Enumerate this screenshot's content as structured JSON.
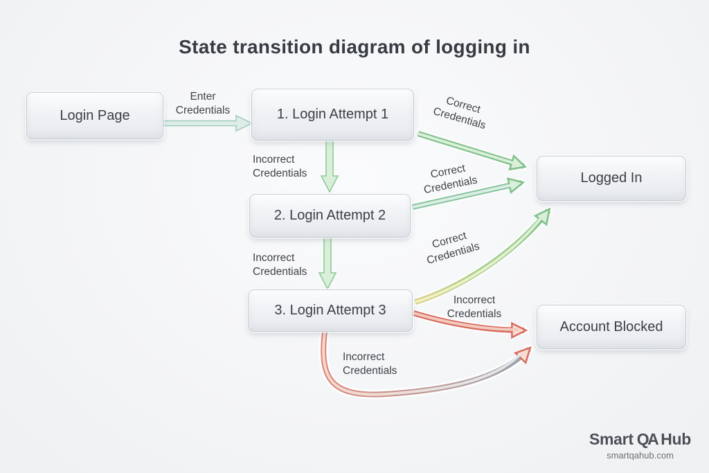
{
  "title": "State transition diagram of logging in",
  "nodes": [
    {
      "id": "login-page",
      "label": "Login Page"
    },
    {
      "id": "login-attempt-1",
      "label": "1. Login Attempt 1"
    },
    {
      "id": "login-attempt-2",
      "label": "2. Login Attempt 2"
    },
    {
      "id": "login-attempt-3",
      "label": "3. Login Attempt 3"
    },
    {
      "id": "logged-in",
      "label": "Logged In"
    },
    {
      "id": "account-blocked",
      "label": "Account Blocked"
    }
  ],
  "edges": [
    {
      "from": "login-page",
      "to": "login-attempt-1",
      "label": "Enter Credentials",
      "color": "#a2c9bd"
    },
    {
      "from": "login-attempt-1",
      "to": "login-attempt-2",
      "label": "Incorrect Credentials",
      "color": "#8fcb96"
    },
    {
      "from": "login-attempt-1",
      "to": "logged-in",
      "label": "Correct Credentials",
      "color": "#8cc793"
    },
    {
      "from": "login-attempt-2",
      "to": "logged-in",
      "label": "Correct Credentials",
      "color": "#8cc793"
    },
    {
      "from": "login-attempt-2",
      "to": "login-attempt-3",
      "label": "Incorrect Credentials",
      "color": "#8fcb96"
    },
    {
      "from": "login-attempt-3",
      "to": "logged-in",
      "label": "Correct Credentials",
      "color": "#c9d98a"
    },
    {
      "from": "login-attempt-3",
      "to": "account-blocked",
      "label": "Incorrect Credentials",
      "color": "#d96b5f"
    },
    {
      "from": "login-attempt-3",
      "to": "account-blocked",
      "label": "Incorrect Credentials",
      "color": "#b05a52"
    }
  ],
  "colors": {
    "green_stroke": "#86c48e",
    "green_fill": "#d9efda",
    "teal_stroke": "#a2c9bd",
    "teal_fill": "#ddeee8",
    "red_stroke": "#d96b5f",
    "red_fill": "#f3cabe",
    "yellow_start": "#ddd48c",
    "gray_blue_end": "#99a5b1"
  },
  "branding": {
    "logo_smart": "Smart",
    "logo_qa": "QA",
    "logo_hub": "Hub",
    "website": "smartqahub.com"
  }
}
